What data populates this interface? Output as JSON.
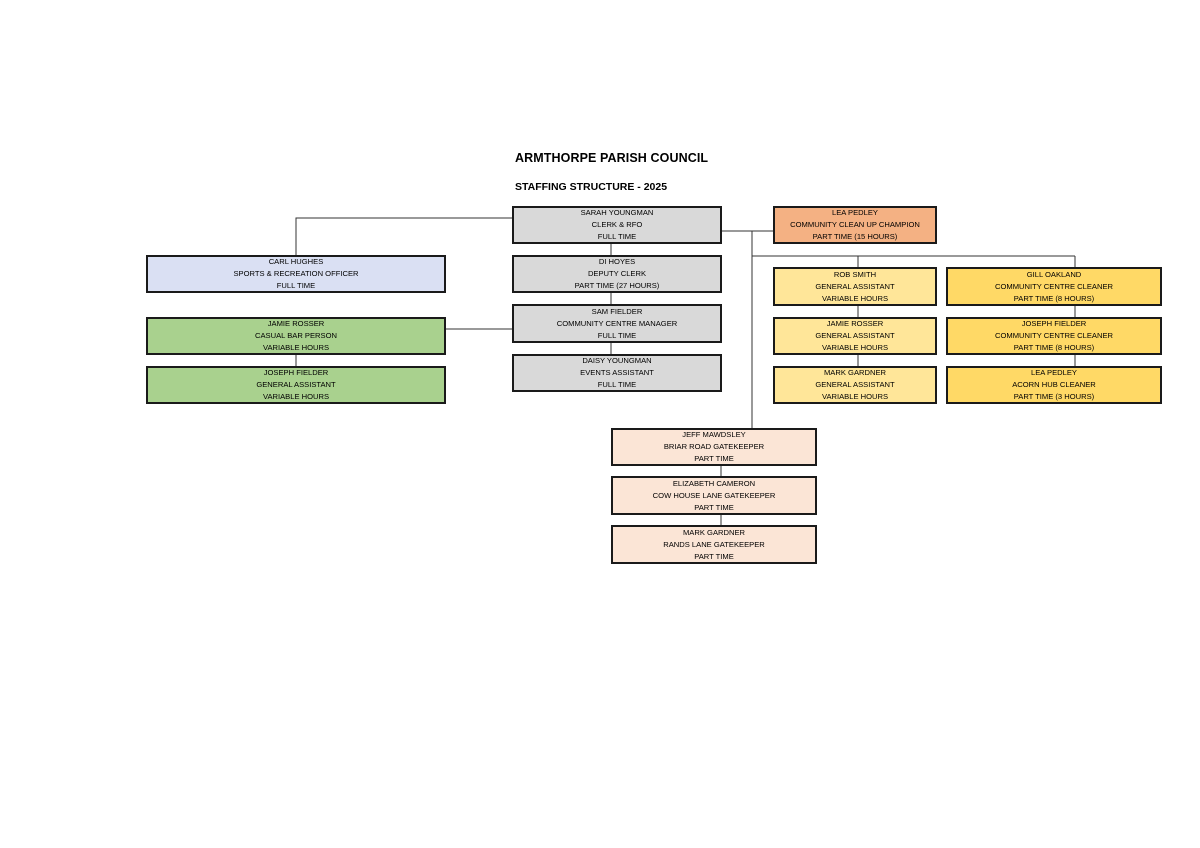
{
  "header": {
    "title": "ARMTHORPE PARISH COUNCIL",
    "subtitle": "STAFFING STRUCTURE - 2025"
  },
  "colors": {
    "admin": "#d9d9d9",
    "sports": "#dae0f3",
    "bar": "#a9d18e",
    "champion": "#f4b183",
    "general_assistant": "#ffe699",
    "cleaner": "#ffd966",
    "gatekeeper": "#fbe5d6"
  },
  "staff": {
    "sarah": {
      "name": "SARAH YOUNGMAN",
      "role": "CLERK & RFO",
      "hours": "FULL TIME"
    },
    "di": {
      "name": "DI HOYES",
      "role": "DEPUTY CLERK",
      "hours": "PART TIME (27 HOURS)"
    },
    "sam": {
      "name": "SAM FIELDER",
      "role": "COMMUNITY CENTRE MANAGER",
      "hours": "FULL TIME"
    },
    "daisy": {
      "name": "DAISY YOUNGMAN",
      "role": "EVENTS ASSISTANT",
      "hours": "FULL TIME"
    },
    "carl": {
      "name": "CARL HUGHES",
      "role": "SPORTS & RECREATION OFFICER",
      "hours": "FULL TIME"
    },
    "jamie_bar": {
      "name": "JAMIE ROSSER",
      "role": "CASUAL BAR PERSON",
      "hours": "VARIABLE HOURS"
    },
    "joseph_ga_left": {
      "name": "JOSEPH FIELDER",
      "role": "GENERAL ASSISTANT",
      "hours": "VARIABLE HOURS"
    },
    "lea_champion": {
      "name": "LEA PEDLEY",
      "role": "COMMUNITY CLEAN UP CHAMPION",
      "hours": "PART TIME (15 HOURS)"
    },
    "rob": {
      "name": "ROB SMITH",
      "role": "GENERAL ASSISTANT",
      "hours": "VARIABLE HOURS"
    },
    "jamie_ga": {
      "name": "JAMIE ROSSER",
      "role": "GENERAL ASSISTANT",
      "hours": "VARIABLE HOURS"
    },
    "mark_ga": {
      "name": "MARK GARDNER",
      "role": "GENERAL ASSISTANT",
      "hours": "VARIABLE HOURS"
    },
    "gill": {
      "name": "GILL OAKLAND",
      "role": "COMMUNITY CENTRE CLEANER",
      "hours": "PART TIME (8 HOURS)"
    },
    "joseph_cleaner": {
      "name": "JOSEPH FIELDER",
      "role": "COMMUNITY CENTRE CLEANER",
      "hours": "PART TIME (8 HOURS)"
    },
    "lea_cleaner": {
      "name": "LEA PEDLEY",
      "role": "ACORN HUB CLEANER",
      "hours": "PART TIME  (3 HOURS)"
    },
    "jeff": {
      "name": "JEFF MAWDSLEY",
      "role": "BRIAR ROAD GATEKEEPER",
      "hours": "PART TIME"
    },
    "elizabeth": {
      "name": "ELIZABETH CAMERON",
      "role": "COW HOUSE LANE GATEKEEPER",
      "hours": "PART TIME"
    },
    "mark_gate": {
      "name": "MARK GARDNER",
      "role": "RANDS LANE GATEKEEPER",
      "hours": "PART TIME"
    }
  }
}
